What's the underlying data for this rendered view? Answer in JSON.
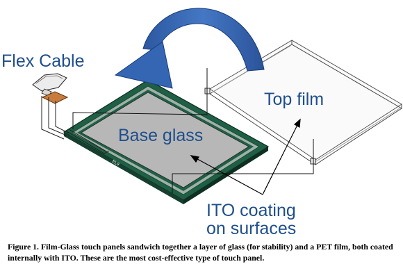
{
  "labels": {
    "flex_cable": "Flex Cable",
    "top_film": "Top film",
    "base_glass": "Base glass",
    "ito_line1": "ITO coating",
    "ito_line2": "on surfaces"
  },
  "caption": "Figure 1. Film-Glass touch panels sandwich together a layer of glass (for stability) and a PET film, both coated internally with ITO. These are the most cost-effective type of touch panel.",
  "colors": {
    "label_text": "#1f4e8c",
    "arrow_blue": "#2f5fa8",
    "glass_border": "#1f5f45",
    "glass_surface": "#b7b7b7",
    "connector_orange": "#c87b3a"
  },
  "icons": {
    "flip_arrow": "curved-arrow-icon"
  }
}
